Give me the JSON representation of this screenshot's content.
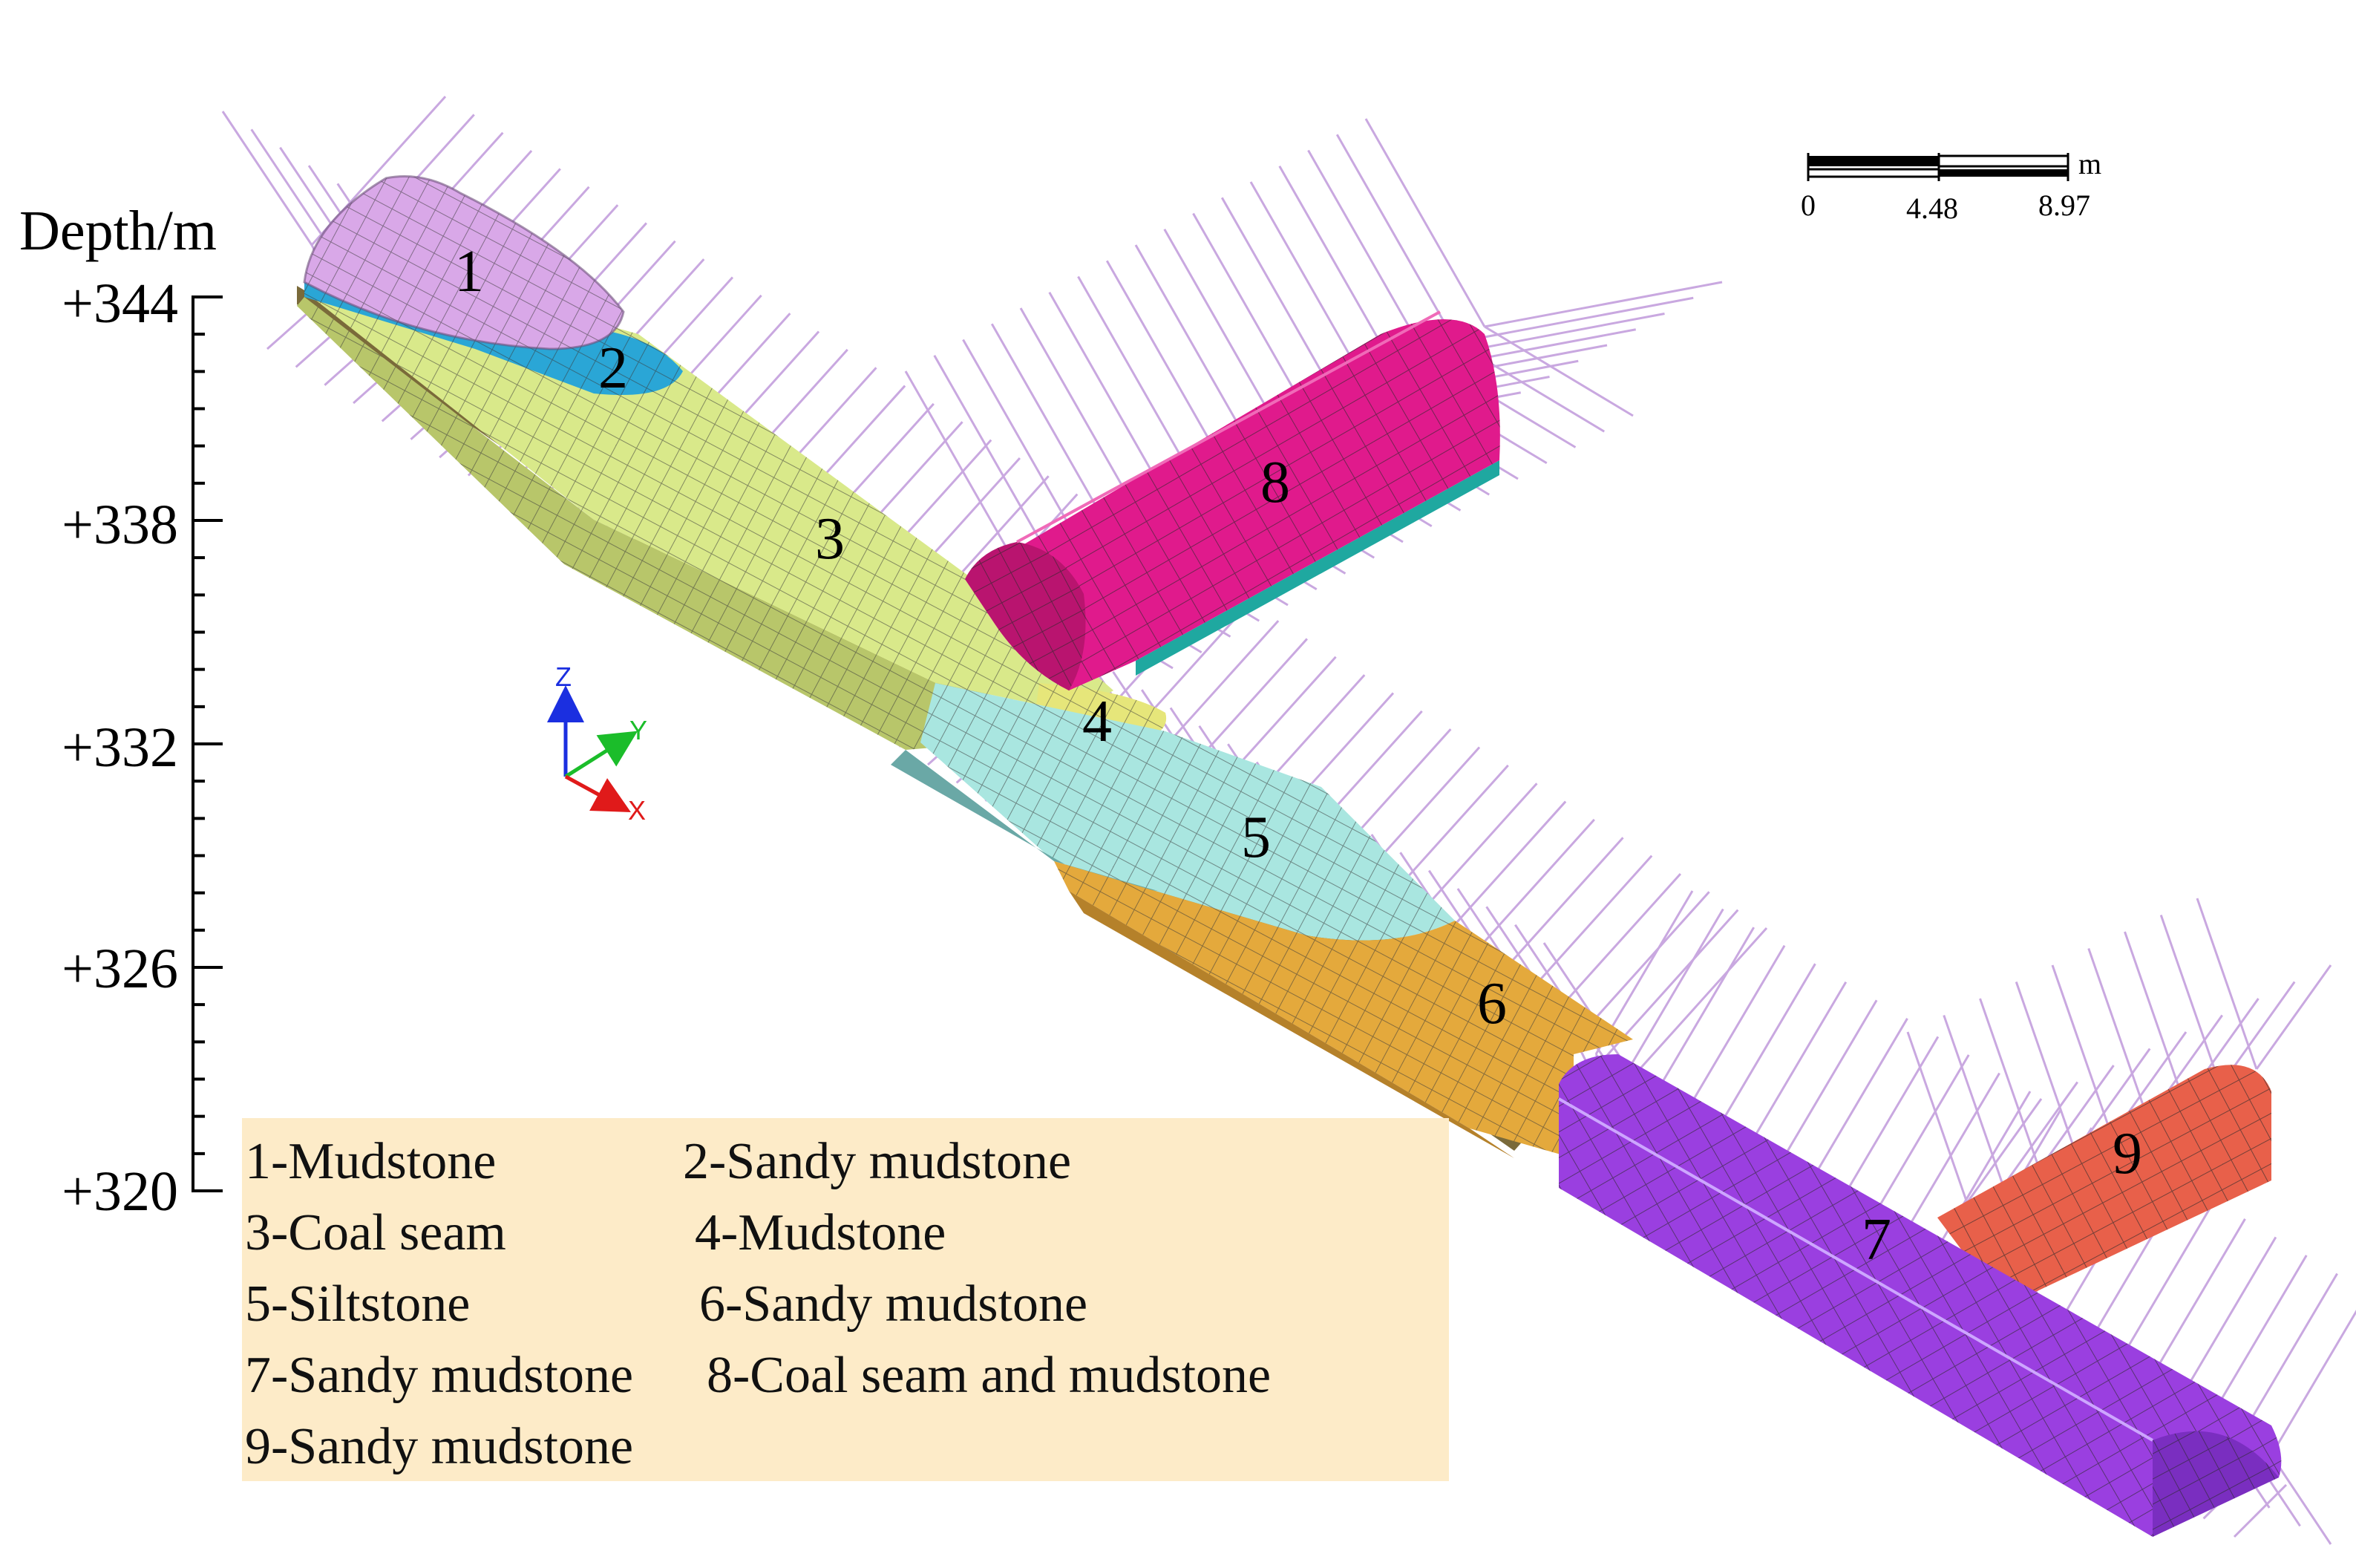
{
  "depth_axis": {
    "title": "Depth/m",
    "ticks": [
      "+344",
      "+338",
      "+332",
      "+326",
      "+320"
    ]
  },
  "scale_bar": {
    "unit": "m",
    "labels": [
      "0",
      "4.48",
      "8.97"
    ]
  },
  "triad": {
    "z": "Z",
    "y": "Y",
    "x": "X"
  },
  "region_numbers": [
    "1",
    "2",
    "3",
    "4",
    "5",
    "6",
    "7",
    "8",
    "9"
  ],
  "legend": {
    "items": [
      "1-Mudstone",
      "2-Sandy mudstone",
      "3-Coal seam",
      "4-Mudstone",
      "5-Siltstone",
      "6-Sandy mudstone",
      "7-Sandy mudstone",
      "8-Coal seam and mudstone",
      "9-Sandy mudstone"
    ]
  },
  "colors": {
    "mudstone_1": "#d9a8e8",
    "sandy_mudstone_2": "#2aa6d6",
    "coal_seam_3": "#d9e98a",
    "mudstone_4": "#e6e67a",
    "siltstone_5": "#a9e6e0",
    "sandy_mudstone_6": "#e4a93c",
    "sandy_mudstone_7": "#9a3fe0",
    "coal_seam_mudstone_8": "#e01a8c",
    "sandy_mudstone_9": "#e8604a",
    "bolts": "#c9a8e0",
    "legend_background": "#fdebc8"
  }
}
